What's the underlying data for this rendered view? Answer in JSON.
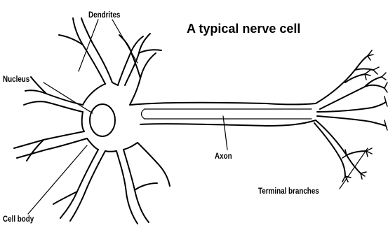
{
  "title": "A typical nerve cell",
  "labels": {
    "dendrites": "Dendrites",
    "nucleus": "Nucleus",
    "axon": "Axon",
    "terminal_branches": "Terminal branches",
    "cell_body": "Cell body"
  },
  "colors": {
    "ink": "#000000",
    "background": "#ffffff"
  }
}
